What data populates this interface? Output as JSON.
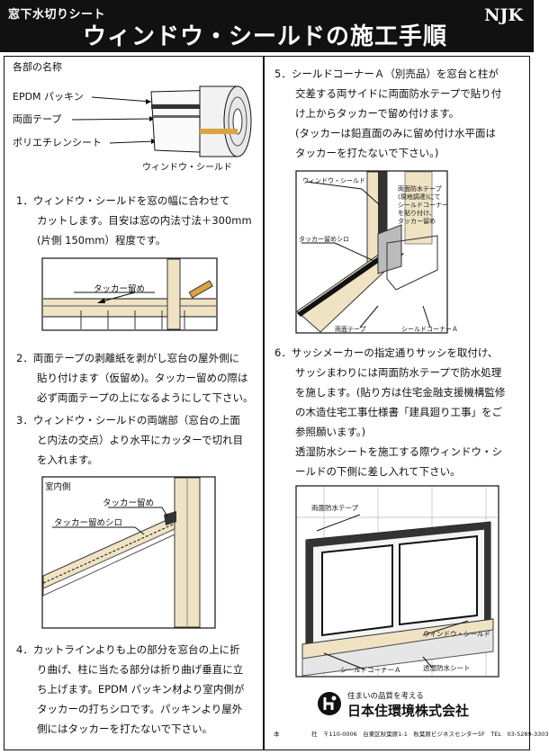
{
  "header": {
    "subtitle": "窓下水切りシート",
    "title": "ウィンドウ・シールドの施工手順",
    "brand": "NJK"
  },
  "left": {
    "parts_heading": "各部の名称",
    "parts": [
      "EPDM パッキン",
      "両面テープ",
      "ポリエチレンシート"
    ],
    "parts_caption": "ウィンドウ・シールド",
    "step1": [
      "1．ウィンドウ・シールドを窓の幅に合わせて",
      "　　カットします。目安は窓の内法寸法＋300mm",
      "　　(片側 150mm）程度です。"
    ],
    "fig1_label": "タッカー留め",
    "step2": [
      "2．両面テープの剥離紙を剥がし窓台の屋外側に",
      "　　貼り付けます（仮留め)。タッカー留めの際は",
      "　　必ず両面テープの上になるようにして下さい。"
    ],
    "step3": [
      "3．ウィンドウ・シールドの両端部（窓台の上面",
      "　　と内法の交点）より水平にカッターで切れ目",
      "　　を入れます。"
    ],
    "fig3_labels": {
      "room": "室内側",
      "tacker": "タッカー留め",
      "margin": "タッカー留めシロ"
    },
    "step4": [
      "4．カットラインよりも上の部分を窓台の上に折",
      "　　り曲げ、柱に当たる部分は折り曲げ垂直に立",
      "　　ち上げます。EPDM パッキン材より室内側が",
      "　　タッカーの打ちシロです。パッキンより屋外",
      "　　側にはタッカーを打たないで下さい。"
    ]
  },
  "right": {
    "step5": [
      "5．シールドコーナーＡ（別売品）を窓台と柱が",
      "　　交差する両サイドに両面防水テープで貼り付",
      "　　け上からタッカーで留め付けます。",
      "　　(タッカーは鉛直面のみに留め付け水平面は",
      "　　タッカーを打たないで下さい。)"
    ],
    "fig5_labels": {
      "shield": "ウィンドウ・シールド",
      "tape_note": [
        "両面防水テープ",
        "(現地調達)にて",
        "シールドコーナー",
        "を貼り付け、",
        "タッカー留め"
      ],
      "margin": "タッカー留めシロ",
      "tape": "両面テープ",
      "corner": "シールドコーナーＡ"
    },
    "step6": [
      "6．サッシメーカーの指定通りサッシを取付け、",
      "　　サッシまわりには両面防水テープで防水処理",
      "　　を施します。(貼り方は住宅金融支援機構監修",
      "　　の木造住宅工事仕様書「建具廻り工事」をご",
      "　　参照願います。)",
      "　　透湿防水シートを施工する際ウィンドウ・シ",
      "　　ールドの下側に差し入れて下さい。"
    ],
    "fig6_labels": {
      "tape": "両面防水テープ",
      "shield": "ウィンドウ・シールド",
      "corner": "シールドコーナーＡ",
      "sheet": "透湿防水シート"
    }
  },
  "footer": {
    "slogan": "住まいの品質を考える",
    "company": "日本住環境株式会社",
    "address_left": "本",
    "address": "社　〒110-0006　台東区秋葉原1-1　秋葉原ビジネスセンター5F　TEL　03-5289-3303"
  },
  "colors": {
    "header_bg": "#111111",
    "wood": "#efe3c4",
    "tape": "#d9a441"
  }
}
